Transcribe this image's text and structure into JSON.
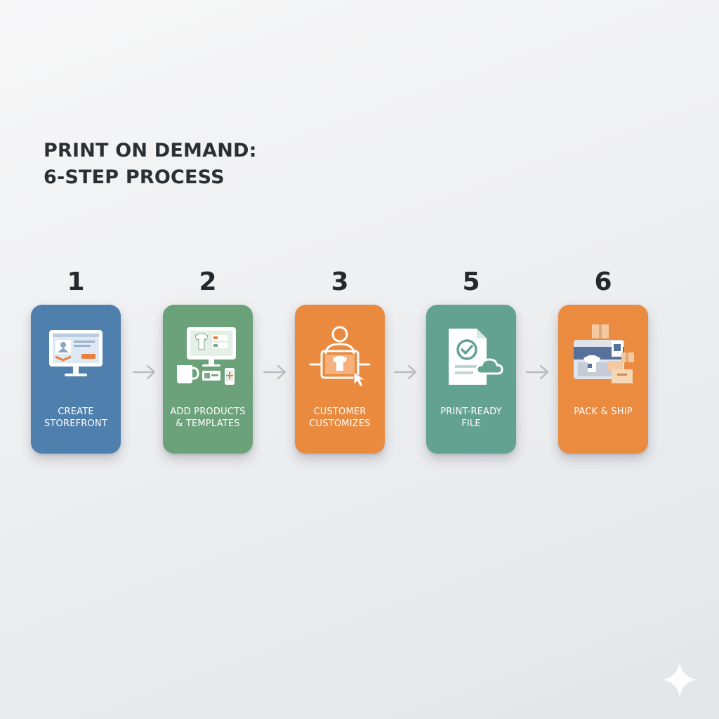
{
  "title": {
    "line1": "PRINT ON DEMAND:",
    "line2": "6-STEP PROCESS"
  },
  "steps": [
    {
      "number": "1",
      "label": "CREATE\nSTOREFRONT",
      "color": "#4f7fad",
      "icon": "monitor-storefront-icon"
    },
    {
      "number": "2",
      "label": "ADD PRODUCTS\n& TEMPLATES",
      "color": "#6ba27a",
      "icon": "products-templates-icon"
    },
    {
      "number": "3",
      "label": "CUSTOMER\nCUSTOMIZES",
      "color": "#e98a3f",
      "icon": "customer-customizes-icon"
    },
    {
      "number": "5",
      "label": "PRINT-READY\nFILE",
      "color": "#63a191",
      "icon": "print-ready-file-icon"
    },
    {
      "number": "6",
      "label": "PACK & SHIP",
      "color": "#ea8b40",
      "icon": "pack-ship-icon"
    }
  ],
  "colors": {
    "title": "#2b2e33",
    "arrow": "#b7bcc4",
    "background": "#eeeff1"
  }
}
